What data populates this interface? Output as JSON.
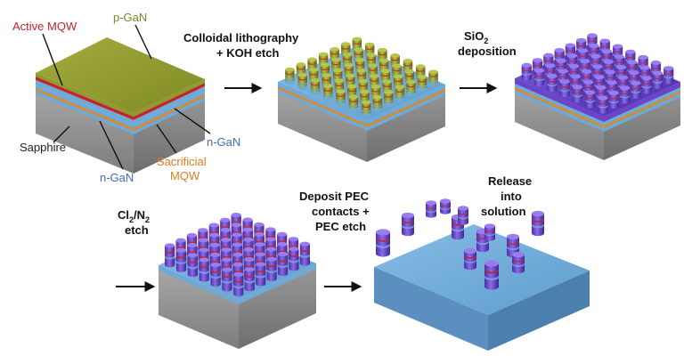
{
  "layers": {
    "p_gan": "p-GaN",
    "active_mqw": "Active MQW",
    "sapphire": "Sapphire",
    "n_gan_left": "n-GaN",
    "n_gan_right": "n-GaN",
    "sacrificial_line1": "Sacrificial",
    "sacrificial_line2": "MQW"
  },
  "steps": {
    "litho_line1": "Colloidal lithography",
    "litho_line2": "+ KOH etch",
    "sio2_prefix": "SiO",
    "sio2_sub": "2",
    "sio2_line2": "deposition",
    "cl2_a": "Cl",
    "cl2_sub1": "2",
    "cl2_b": "/N",
    "cl2_sub2": "2",
    "cl2_line2": "etch",
    "pec_line1": "Deposit PEC",
    "pec_line2": "contacts +",
    "pec_line3": "PEC etch",
    "release_line1": "Release",
    "release_line2": "into",
    "release_line3": "solution"
  },
  "colors": {
    "p_gan": "#8f9a2e",
    "active_mqw": "#c0262b",
    "sapphire": "#9a9a9a",
    "n_gan": "#6fa9d6",
    "sacrificial": "#d98a2e",
    "sio2": "#6a45c8",
    "label_red": "#c0262b",
    "label_green": "#6f8f1e",
    "label_blue": "#3f6db3",
    "label_orange": "#e07c21"
  }
}
